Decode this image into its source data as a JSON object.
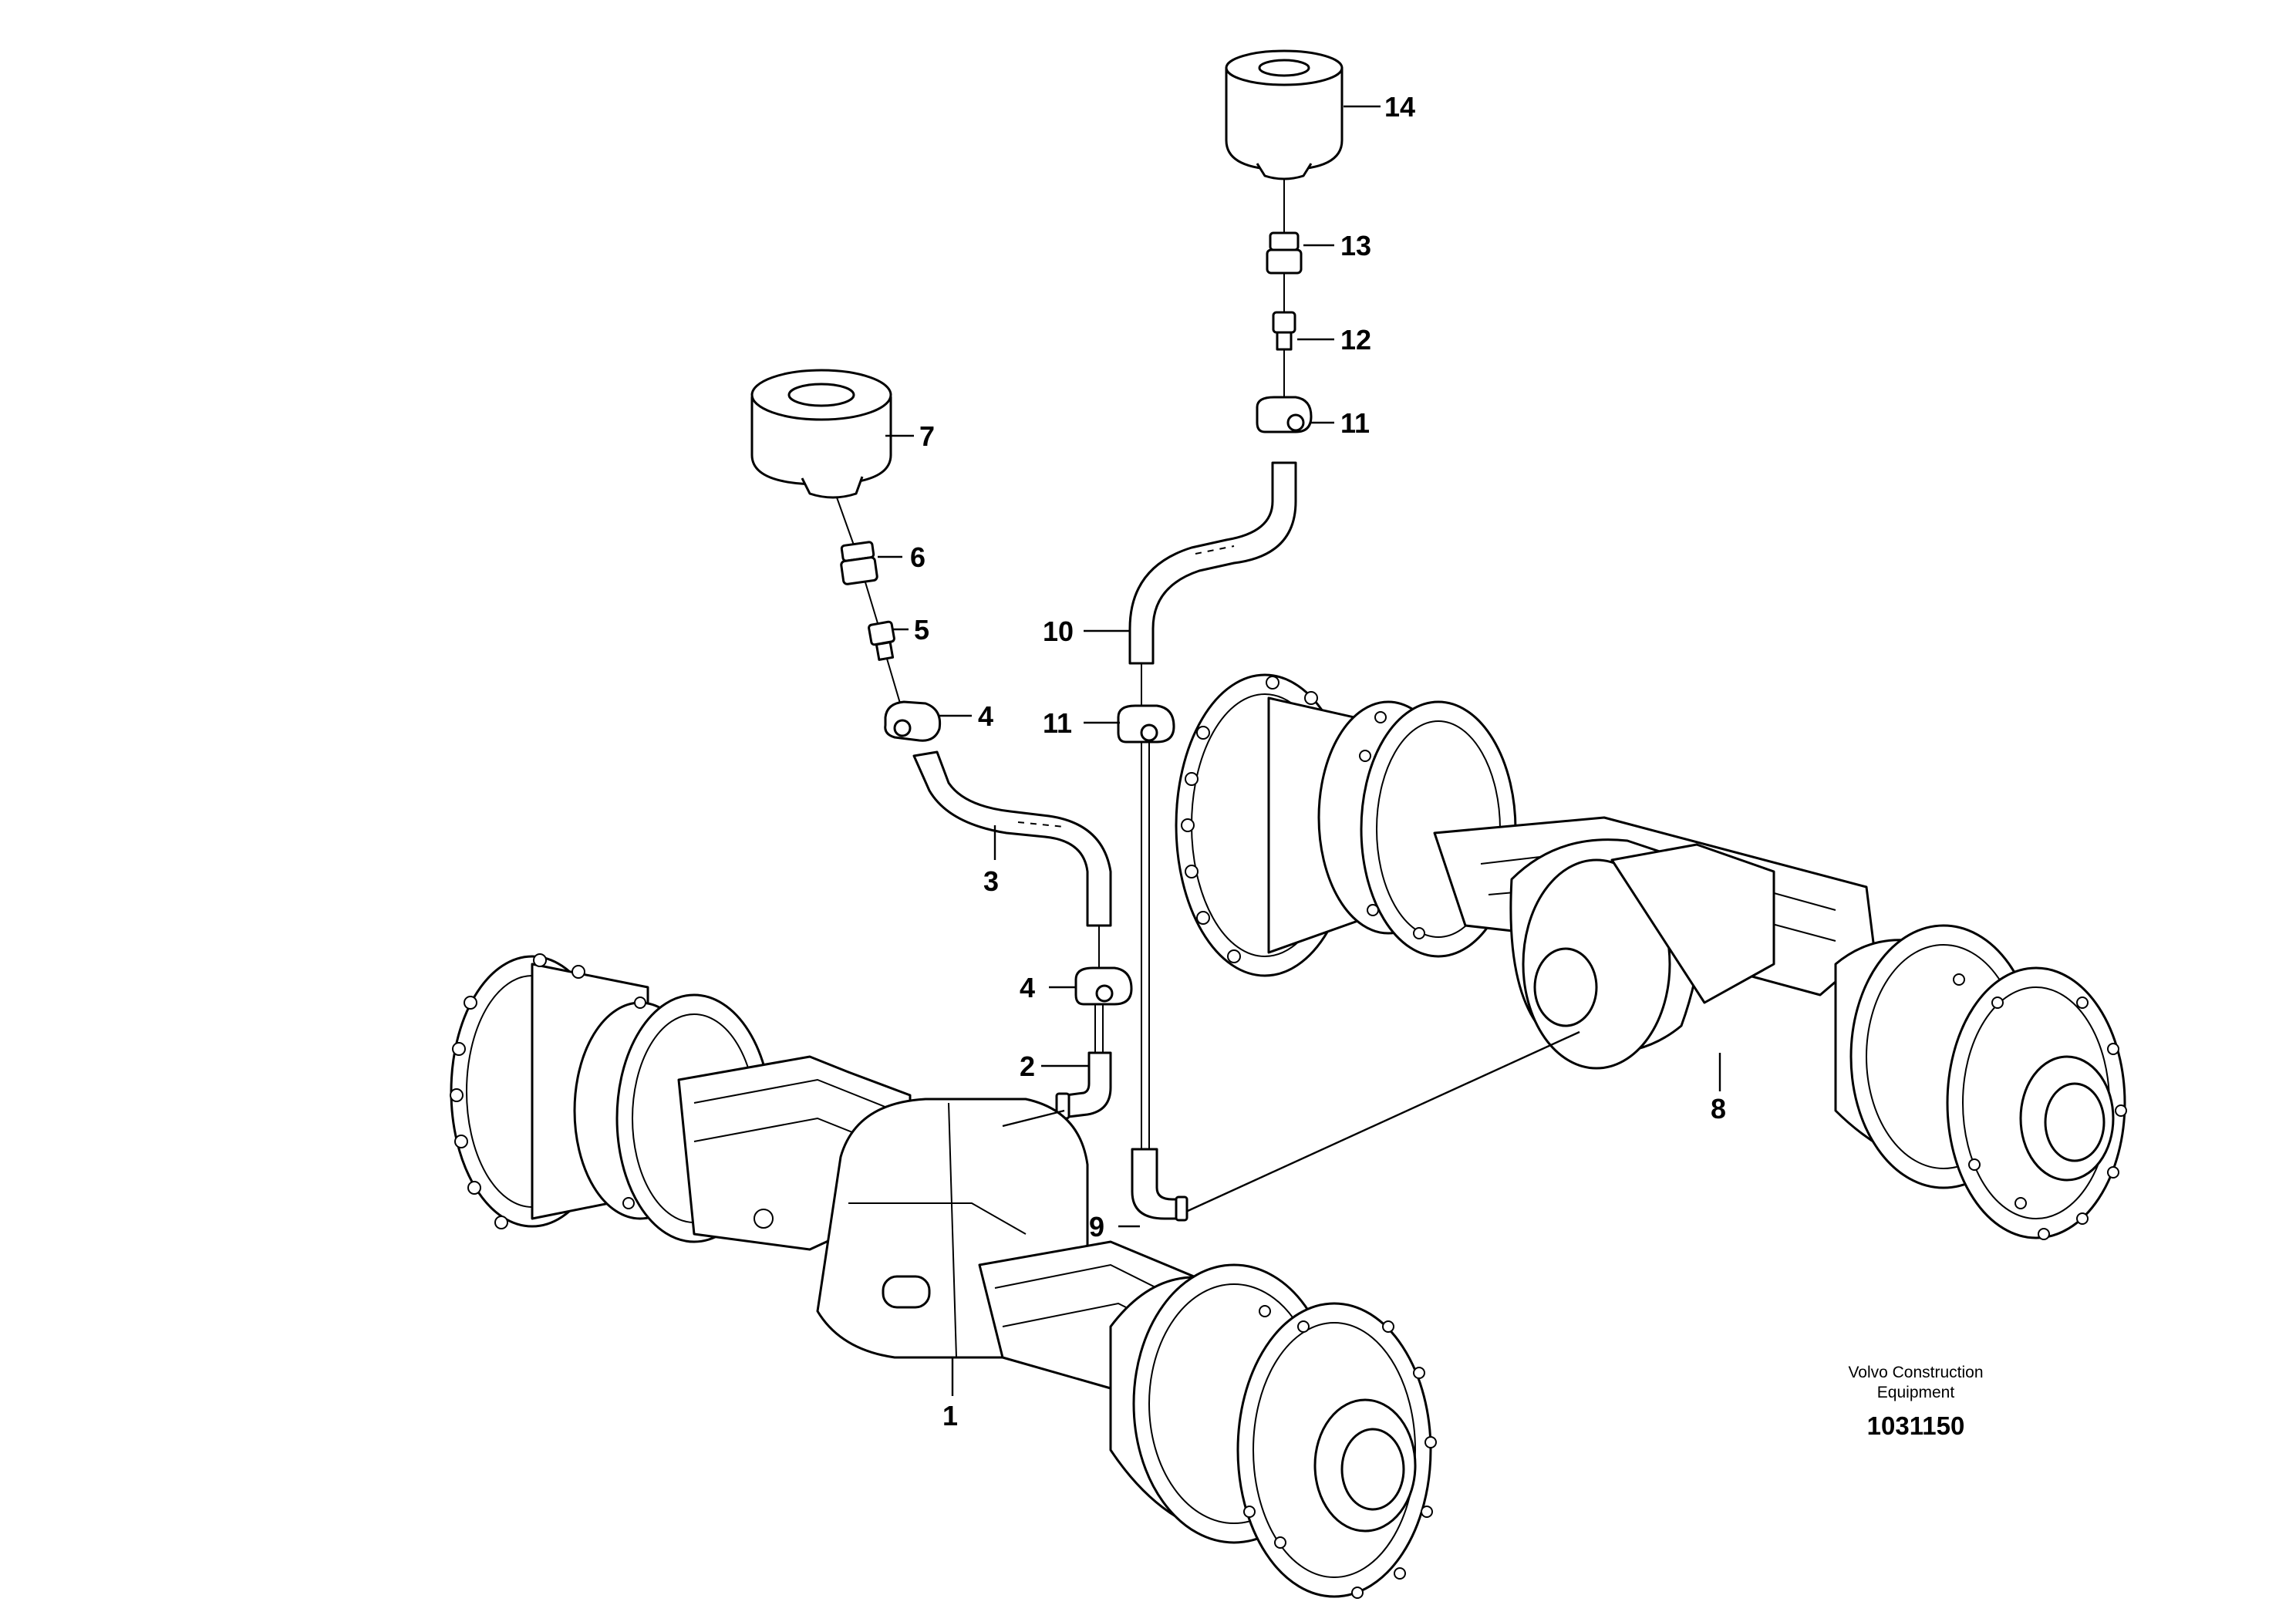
{
  "diagram": {
    "callouts": {
      "c1": "1",
      "c2": "2",
      "c3": "3",
      "c4a": "4",
      "c4b": "4",
      "c5": "5",
      "c6": "6",
      "c7": "7",
      "c8": "8",
      "c9": "9",
      "c10": "10",
      "c11a": "11",
      "c11b": "11",
      "c12": "12",
      "c13": "13",
      "c14": "14"
    },
    "credit_line1": "Volvo Construction",
    "credit_line2": "Equipment",
    "document_number": "1031150"
  }
}
